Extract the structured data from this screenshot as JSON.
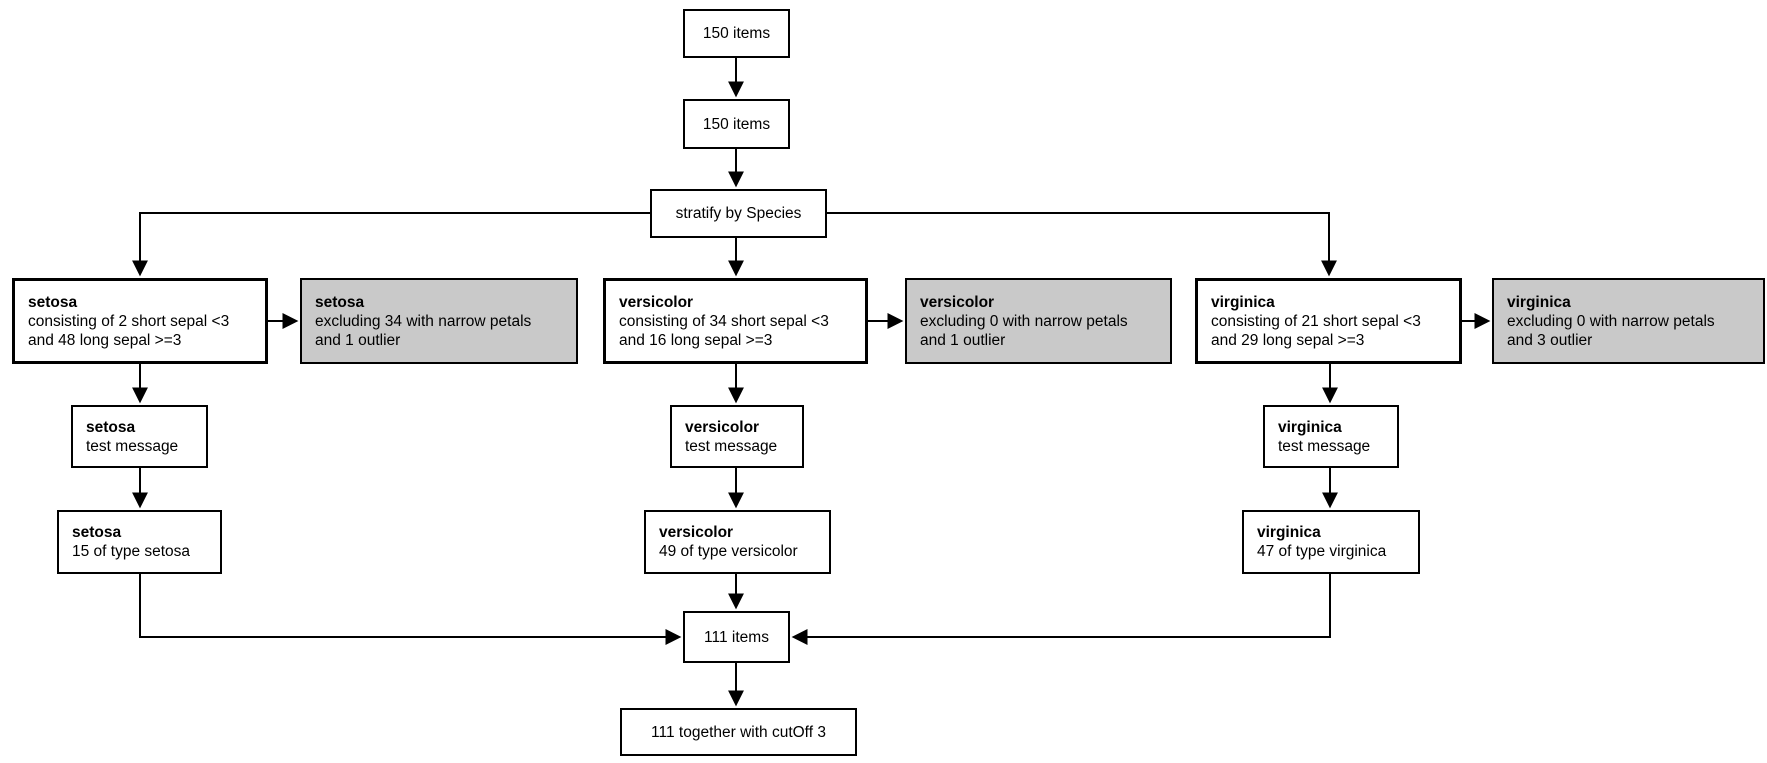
{
  "diagram": {
    "root": {
      "label": "150 items"
    },
    "sample": {
      "label": "150 items"
    },
    "stratify": {
      "label": "stratify by Species"
    },
    "branches": [
      {
        "name": "setosa",
        "split": {
          "title": "setosa",
          "line1": "consisting of 2 short sepal <3",
          "line2": "and 48 long sepal >=3"
        },
        "excluded": {
          "title": "setosa",
          "line1": "excluding 34 with narrow petals",
          "line2": "and 1 outlier"
        },
        "message": {
          "title": "setosa",
          "line1": "test message"
        },
        "filter": {
          "title": "setosa",
          "line1": "15 of type setosa"
        }
      },
      {
        "name": "versicolor",
        "split": {
          "title": "versicolor",
          "line1": "consisting of 34 short sepal <3",
          "line2": "and 16 long sepal >=3"
        },
        "excluded": {
          "title": "versicolor",
          "line1": "excluding 0 with narrow petals",
          "line2": "and 1 outlier"
        },
        "message": {
          "title": "versicolor",
          "line1": "test message"
        },
        "filter": {
          "title": "versicolor",
          "line1": "49 of type versicolor"
        }
      },
      {
        "name": "virginica",
        "split": {
          "title": "virginica",
          "line1": "consisting of 21 short sepal <3",
          "line2": "and 29 long sepal >=3"
        },
        "excluded": {
          "title": "virginica",
          "line1": "excluding 0 with narrow petals",
          "line2": "and 3 outlier"
        },
        "message": {
          "title": "virginica",
          "line1": "test message"
        },
        "filter": {
          "title": "virginica",
          "line1": "47 of type virginica"
        }
      }
    ],
    "merge": {
      "label": "111 items"
    },
    "result": {
      "label": "111 together with cutOff 3"
    }
  },
  "colors": {
    "box_fill": "#ffffff",
    "excluded_fill": "#c9c9c9",
    "border": "#000000",
    "arrow": "#000000"
  }
}
